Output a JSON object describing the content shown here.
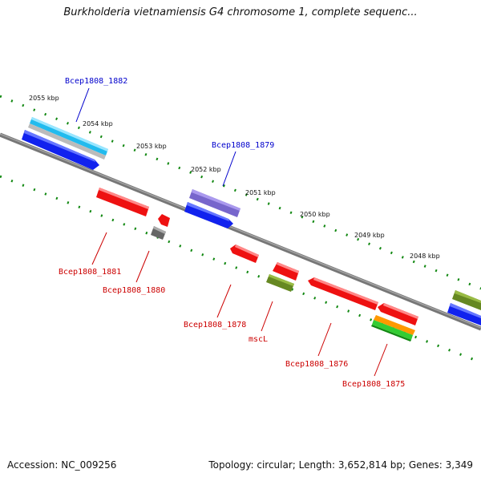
{
  "title": "Burkholderia vietnamiensis G4 chromosome 1, complete sequenc...",
  "footer": {
    "accession": "Accession: NC_009256",
    "summary": "Topology: circular; Length: 3,652,814 bp; Genes: 3,349"
  },
  "kbp_labels": [
    "2055 kbp",
    "2054 kbp",
    "2053 kbp",
    "2052 kbp",
    "2051 kbp",
    "2050 kbp",
    "2049 kbp",
    "2048 kbp"
  ],
  "forward_gene_labels": [
    "Bcep1808_1882",
    "Bcep1808_1879"
  ],
  "reverse_gene_labels": [
    "Bcep1808_1881",
    "Bcep1808_1880",
    "Bcep1808_1878",
    "mscL",
    "Bcep1808_1876",
    "Bcep1808_1875"
  ],
  "colors": {
    "forward_label": "#0000cc",
    "reverse_label": "#cc0000",
    "backbone": "#777777",
    "ticks": "#118811",
    "cds": "#ee1111",
    "gene": "#1122ee",
    "rrna_like": "#22bbee",
    "olive": "#668822",
    "violet": "#7766cc",
    "gray_feature": "#666666",
    "orange": "#ff9900",
    "green": "#33cc33"
  }
}
